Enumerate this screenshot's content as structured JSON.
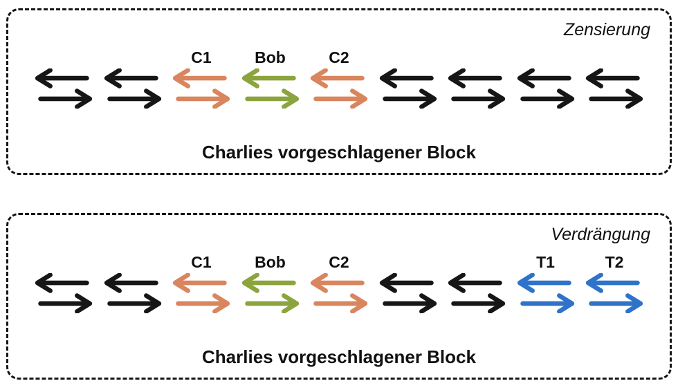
{
  "colors": {
    "black": "#161616",
    "orange": "#D9855E",
    "green": "#8CA43E",
    "blue": "#2E73C9"
  },
  "panels": [
    {
      "title": "Zensierung",
      "caption": "Charlies vorgeschlagener Block",
      "transactions": [
        {
          "label": "",
          "color": "black"
        },
        {
          "label": "",
          "color": "black"
        },
        {
          "label": "C1",
          "color": "orange"
        },
        {
          "label": "Bob",
          "color": "green"
        },
        {
          "label": "C2",
          "color": "orange"
        },
        {
          "label": "",
          "color": "black"
        },
        {
          "label": "",
          "color": "black"
        },
        {
          "label": "",
          "color": "black"
        },
        {
          "label": "",
          "color": "black"
        }
      ]
    },
    {
      "title": "Verdrängung",
      "caption": "Charlies vorgeschlagener Block",
      "transactions": [
        {
          "label": "",
          "color": "black"
        },
        {
          "label": "",
          "color": "black"
        },
        {
          "label": "C1",
          "color": "orange"
        },
        {
          "label": "Bob",
          "color": "green"
        },
        {
          "label": "C2",
          "color": "orange"
        },
        {
          "label": "",
          "color": "black"
        },
        {
          "label": "",
          "color": "black"
        },
        {
          "label": "T1",
          "color": "blue"
        },
        {
          "label": "T2",
          "color": "blue"
        }
      ]
    }
  ]
}
